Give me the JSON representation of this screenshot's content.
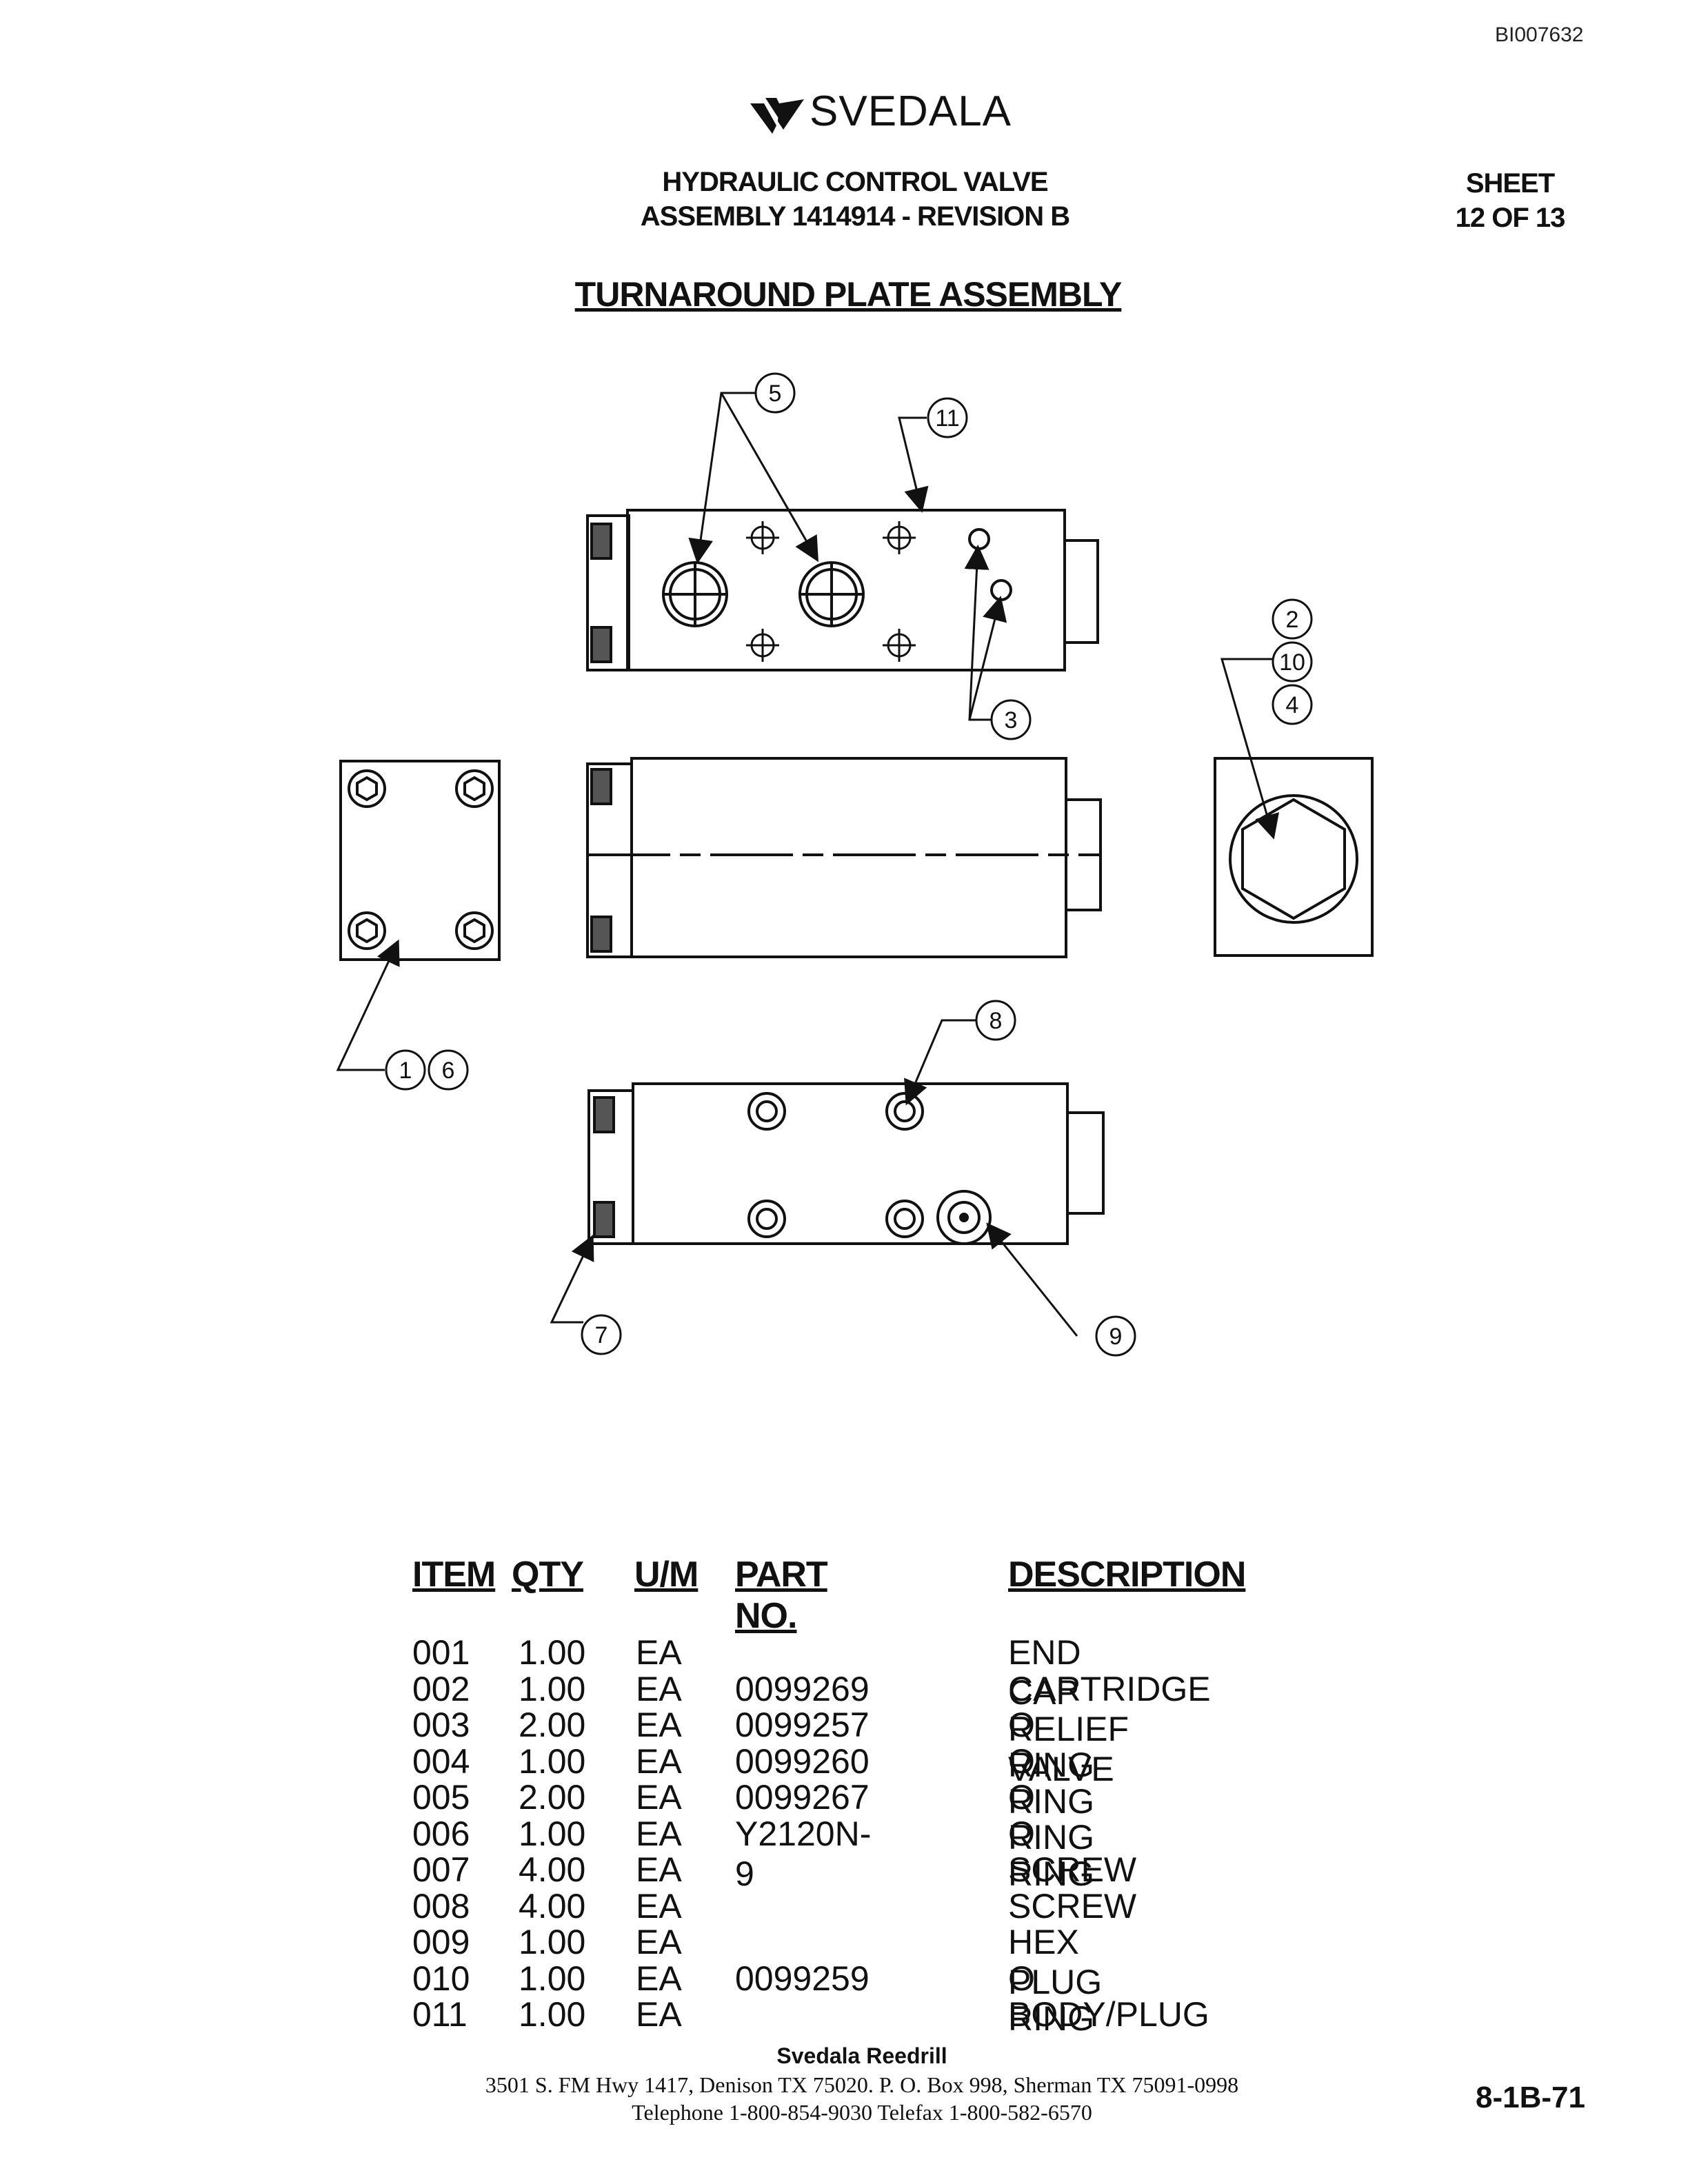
{
  "doc_id": "BI007632",
  "logo": {
    "wordmark": "SVEDALA",
    "icon": "svedala-logo-mark"
  },
  "header": {
    "title_line1": "HYDRAULIC CONTROL VALVE",
    "title_line2": "ASSEMBLY 1414914 - REVISION B",
    "sheet_line1": "SHEET",
    "sheet_line2": "12 OF 13"
  },
  "section_title": "TURNAROUND PLATE ASSEMBLY",
  "callouts": [
    "5",
    "11",
    "3",
    "2",
    "10",
    "4",
    "1",
    "6",
    "8",
    "7",
    "9"
  ],
  "table": {
    "headers": [
      "ITEM",
      "QTY",
      "U/M",
      "PART NO.",
      "DESCRIPTION"
    ],
    "rows": [
      [
        "001",
        "1.00",
        "EA",
        "",
        "END CAP"
      ],
      [
        "002",
        "1.00",
        "EA",
        "0099269",
        "CARTRIDGE RELIEF VALVE"
      ],
      [
        "003",
        "2.00",
        "EA",
        "0099257",
        "O RING"
      ],
      [
        "004",
        "1.00",
        "EA",
        "0099260",
        "O RING"
      ],
      [
        "005",
        "2.00",
        "EA",
        "0099267",
        "O RING"
      ],
      [
        "006",
        "1.00",
        "EA",
        "Y2120N-9",
        "O RING"
      ],
      [
        "007",
        "4.00",
        "EA",
        "",
        "SCREW"
      ],
      [
        "008",
        "4.00",
        "EA",
        "",
        "SCREW"
      ],
      [
        "009",
        "1.00",
        "EA",
        "",
        "HEX PLUG"
      ],
      [
        "010",
        "1.00",
        "EA",
        "0099259",
        "O RING"
      ],
      [
        "011",
        "1.00",
        "EA",
        "",
        "BODY/PLUG"
      ]
    ]
  },
  "footer": {
    "company": "Svedala Reedrill",
    "address": "3501 S. FM Hwy 1417, Denison TX  75020.    P. O. Box 998, Sherman TX  75091-0998",
    "telephone": "Telephone 1-800-854-9030 Telefax 1-800-582-6570",
    "page_number": "8-1B-71"
  }
}
